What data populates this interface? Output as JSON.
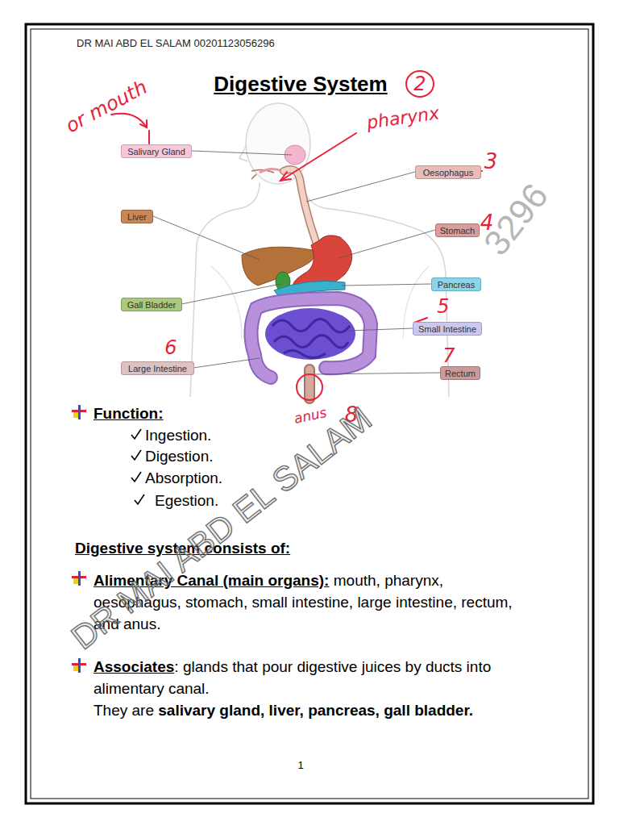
{
  "diagram": {
    "title": "Digestive System",
    "nodes": [
      {
        "text": [
          "2"
        ]
      },
      {
        "text": [
          "Salivary Gland"
        ]
      },
      {
        "text": [
          "Oesophagus"
        ]
      },
      {
        "text": [
          "Liver"
        ]
      },
      {
        "text": [
          "Stomach"
        ]
      },
      {
        "text": [
          "Pancreas"
        ]
      },
      {
        "text": [
          "Gall Bladder"
        ]
      },
      {
        "text": [
          "Small Intestine"
        ]
      },
      {
        "text": [
          "Large Intestine"
        ]
      },
      {
        "text": [
          "Rectum"
        ]
      }
    ],
    "labels": [
      "DR MAI ABD EL SALAM 00201123056296",
      "or mouth",
      "pharynx",
      "3",
      "4",
      "5",
      "6",
      "7",
      "anus",
      "8",
      "3296",
      "Function:",
      "Ingestion.",
      "Digestion.",
      "Absorption.",
      "Egestion.",
      "DR MAI ABD EL SALAM",
      "Digestive system consists of:",
      "Alimentary Canal (main organs):",
      "mouth, pharynx, oesophagus, stomach, small intestine, large intestine, rectum, and anus.",
      "Associates",
      ": glands that pour digestive juices by ducts into alimentary canal.",
      "They are",
      "salivary gland, liver, pancreas, gall bladder.",
      "1"
    ]
  }
}
